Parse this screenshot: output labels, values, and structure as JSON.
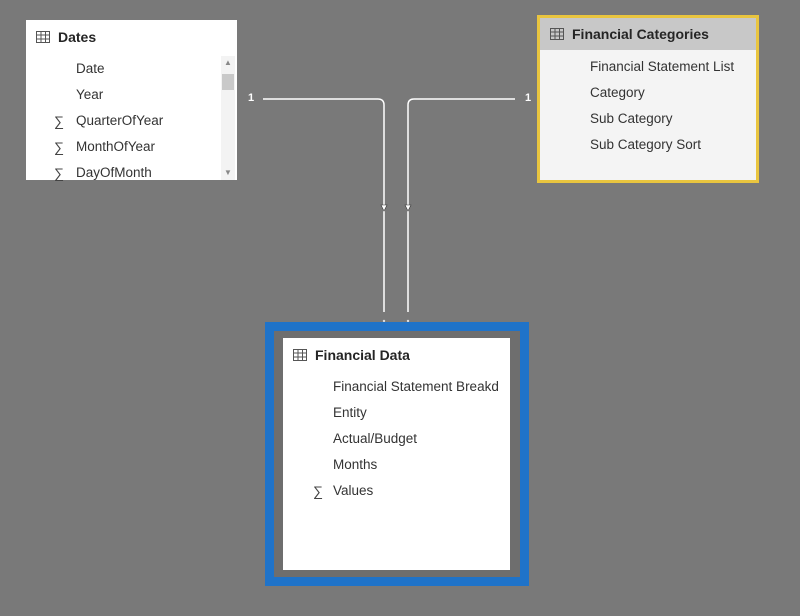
{
  "tables": {
    "dates": {
      "title": "Dates",
      "fields": [
        {
          "label": "Date",
          "sigma": false
        },
        {
          "label": "Year",
          "sigma": false
        },
        {
          "label": "QuarterOfYear",
          "sigma": true
        },
        {
          "label": "MonthOfYear",
          "sigma": true
        },
        {
          "label": "DayOfMonth",
          "sigma": true
        }
      ]
    },
    "financial_categories": {
      "title": "Financial Categories",
      "fields": [
        {
          "label": "Financial Statement List",
          "sigma": false
        },
        {
          "label": "Category",
          "sigma": false
        },
        {
          "label": "Sub Category",
          "sigma": false
        },
        {
          "label": "Sub Category Sort",
          "sigma": false
        }
      ]
    },
    "financial_data": {
      "title": "Financial Data",
      "fields": [
        {
          "label": "Financial Statement Breakd",
          "sigma": false
        },
        {
          "label": "Entity",
          "sigma": false
        },
        {
          "label": "Actual/Budget",
          "sigma": false
        },
        {
          "label": "Months",
          "sigma": false
        },
        {
          "label": "Values",
          "sigma": true
        }
      ]
    }
  },
  "relationships": {
    "dates_to_data_label": "1",
    "categories_to_data_label": "1"
  },
  "sigma_symbol": "∑",
  "colors": {
    "canvas": "#797979",
    "selected_border": "#1f73c9",
    "highlight_border": "#e9c53f",
    "line": "#ffffff"
  }
}
